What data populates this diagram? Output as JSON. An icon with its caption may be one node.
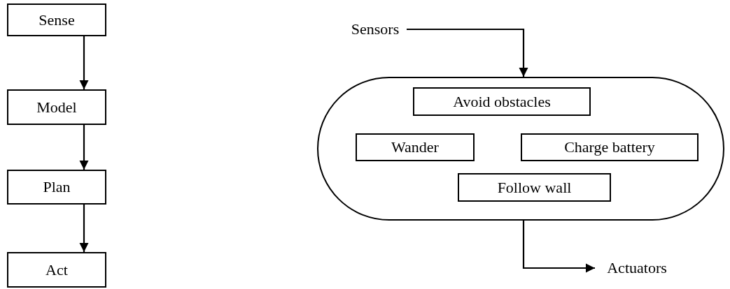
{
  "diagram": {
    "nodes": [
      {
        "text": [
          "Sense"
        ]
      },
      {
        "text": [
          "Model"
        ]
      },
      {
        "text": [
          "Plan"
        ]
      },
      {
        "text": [
          "Act"
        ]
      },
      {
        "text": [
          "Sensors"
        ]
      },
      {
        "text": [],
        "shape": "capsule"
      },
      {
        "text": [
          "Avoid obstacles"
        ],
        "in": 5
      },
      {
        "text": [
          "Wander"
        ],
        "in": 5
      },
      {
        "text": [
          "Charge battery"
        ],
        "in": 5
      },
      {
        "text": [
          "Follow wall"
        ],
        "in": 5
      },
      {
        "text": [
          "Actuators"
        ]
      }
    ],
    "edges": [
      {
        "from": 0,
        "to": 1,
        "arrow": "to"
      },
      {
        "from": 1,
        "to": 2,
        "arrow": "to"
      },
      {
        "from": 2,
        "to": 3,
        "arrow": "to"
      },
      {
        "from": 4,
        "to": 5,
        "arrow": "to"
      },
      {
        "from": 5,
        "to": 10,
        "arrow": "to"
      }
    ]
  }
}
